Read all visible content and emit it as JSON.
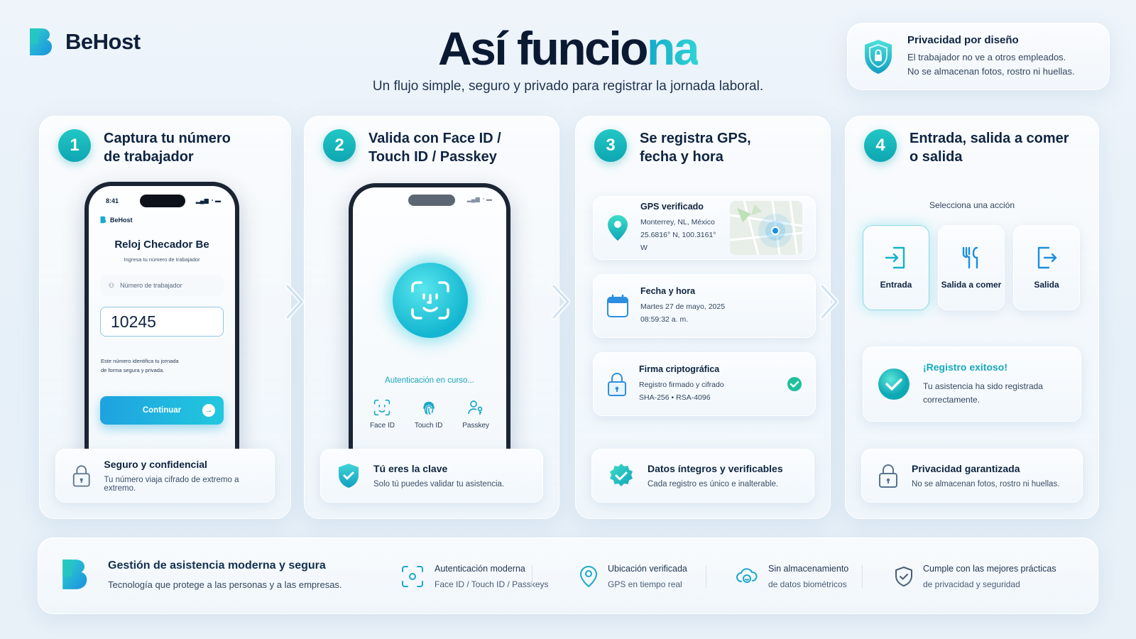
{
  "brand": "BeHost",
  "header": {
    "title_main": "Así funcio",
    "title_hl": "na",
    "subtitle": "Un flujo simple, seguro y privado para registrar la jornada laboral."
  },
  "privacy": {
    "title": "Privacidad por diseño",
    "line1": "El trabajador no ve a otros empleados.",
    "line2": "No se almacenan fotos, rostro ni huellas."
  },
  "steps": [
    {
      "num": "1",
      "title": "Captura tu número\nde trabajador",
      "foot_title": "Seguro y confidencial",
      "foot_text": "Tu número viaja cifrado de extremo a extremo."
    },
    {
      "num": "2",
      "title": "Valida con Face ID /\nTouch ID / Passkey",
      "foot_title": "Tú eres la clave",
      "foot_text": "Solo tú puedes validar tu asistencia."
    },
    {
      "num": "3",
      "title": "Se registra GPS,\nfecha y hora",
      "foot_title": "Datos íntegros y verificables",
      "foot_text": "Cada registro es único e inalterable."
    },
    {
      "num": "4",
      "title": "Entrada, salida a comer\no salida",
      "foot_title": "Privacidad garantizada",
      "foot_text": "No se almacenan fotos, rostro ni huellas."
    }
  ],
  "phone1": {
    "time": "8:41",
    "brand": "BeHost",
    "app_title": "Reloj Checador Be",
    "app_sub": "Ingresa tu número de trabajador",
    "placeholder": "Número de trabajador",
    "value": "10245",
    "help1": "Este número identifica tu jornada",
    "help2": "de forma segura y privada.",
    "button": "Continuar"
  },
  "phone2": {
    "status": "Autenticación en curso...",
    "options": [
      "Face ID",
      "Touch ID",
      "Passkey"
    ]
  },
  "step3": {
    "gps": {
      "title": "GPS verificado",
      "place": "Monterrey, NL, México",
      "coords": "25.6816° N, 100.3161° W"
    },
    "date": {
      "title": "Fecha y hora",
      "date": "Martes 27 de mayo, 2025",
      "time": "08:59:32 a. m."
    },
    "sign": {
      "title": "Firma criptográfica",
      "line1": "Registro firmado y cifrado",
      "line2": "SHA-256 • RSA-4096"
    }
  },
  "step4": {
    "prompt": "Selecciona una acción",
    "actions": [
      "Entrada",
      "Salida a comer",
      "Salida"
    ],
    "success_title": "¡Registro exitoso!",
    "success_l1": "Tu asistencia ha sido registrada",
    "success_l2": "correctamente."
  },
  "bottom": {
    "title": "Gestión de asistencia moderna y segura",
    "text": "Tecnología que protege a las personas y a las empresas.",
    "features": [
      {
        "t1": "Autenticación moderna",
        "t2": "Face ID / Touch ID / Passkeys"
      },
      {
        "t1": "Ubicación verificada",
        "t2": "GPS en tiempo real"
      },
      {
        "t1": "Sin almacenamiento",
        "t2": "de datos biométricos"
      },
      {
        "t1": "Cumple con las mejores prácticas",
        "t2": "de privacidad y seguridad"
      }
    ]
  },
  "colors": {
    "accent": "#14b3c4",
    "navy": "#0f2440",
    "success": "#1fbf9c"
  }
}
